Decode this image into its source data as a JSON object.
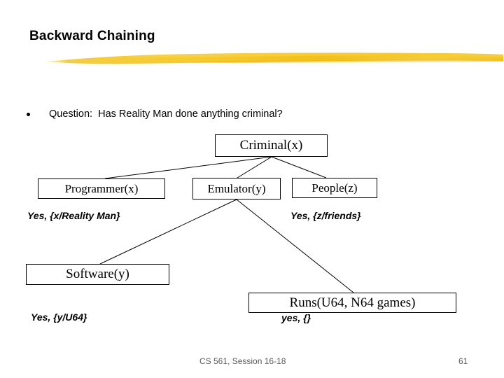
{
  "slide": {
    "title": "Backward Chaining",
    "accent_color": "#F5C22B",
    "background_color": "#FFFFFF",
    "text_color": "#000000"
  },
  "bullet": {
    "marker": "bullet-dot",
    "text": "Question:  Has Reality Man done anything criminal?"
  },
  "tree": {
    "nodes": [
      {
        "id": "criminal",
        "label": "Criminal(x)"
      },
      {
        "id": "programmer",
        "label": "Programmer(x)"
      },
      {
        "id": "emulator",
        "label": "Emulator(y)"
      },
      {
        "id": "people",
        "label": "People(z)"
      },
      {
        "id": "software",
        "label": "Software(y)"
      },
      {
        "id": "runs",
        "label": "Runs(U64, N64 games)"
      }
    ],
    "substitutions": [
      {
        "id": "x",
        "text": "Yes, {x/Reality Man}"
      },
      {
        "id": "z",
        "text": "Yes, {z/friends}"
      },
      {
        "id": "y",
        "text": "Yes, {y/U64}"
      },
      {
        "id": "empty",
        "text": "yes, {}"
      }
    ]
  },
  "footer": {
    "course": "CS 561, Session 16-18",
    "page_number": "61"
  }
}
